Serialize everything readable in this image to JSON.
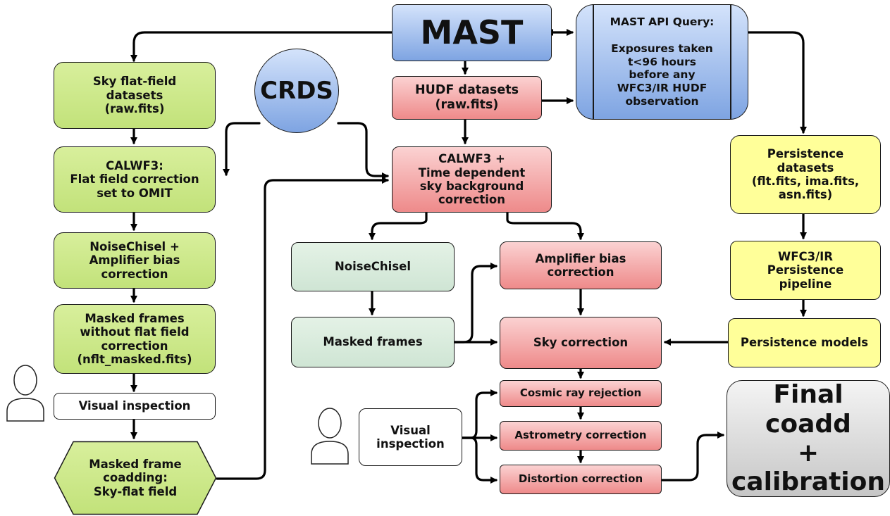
{
  "nodes": {
    "mast": "MAST",
    "mast_query": "MAST API Query:\n\nExposures taken\nt<96 hours\nbefore any\nWFC3/IR HUDF\nobservation",
    "crds": "CRDS",
    "sky_flat_datasets": "Sky flat-field\ndatasets\n(raw.fits)",
    "calwf3_omit": "CALWF3:\nFlat field correction\nset to OMIT",
    "noisechisel_amp": "NoiseChisel +\nAmplifier bias\ncorrection",
    "masked_no_flat": "Masked frames\nwithout flat field\ncorrection\n(nflt_masked.fits)",
    "visual_inspection_left": "Visual inspection",
    "masked_coadd": "Masked frame\ncoadding:\nSky-flat field",
    "hudf_datasets": "HUDF datasets\n(raw.fits)",
    "calwf3_time": "CALWF3 +\nTime dependent\nsky background\ncorrection",
    "noisechisel": "NoiseChisel",
    "masked_frames": "Masked frames",
    "amp_bias": "Amplifier bias\ncorrection",
    "sky_correction": "Sky correction",
    "cosmic_ray": "Cosmic ray rejection",
    "astrometry": "Astrometry correction",
    "distortion": "Distortion correction",
    "visual_inspection_right": "Visual\ninspection",
    "final_coadd": "Final coadd\n+\ncalibration",
    "persistence_datasets": "Persistence\ndatasets\n(flt.fits, ima.fits,\nasn.fits)",
    "persistence_pipeline": "WFC3/IR\nPersistence\npipeline",
    "persistence_models": "Persistence models"
  },
  "colors": {
    "green": "#c9e887",
    "red": "#f3a3a3",
    "blue": "#94b6ea",
    "pale_green": "#d6ead9",
    "yellow": "#ffff99",
    "gray": "#d0d0d0",
    "line": "#000000"
  },
  "icons": [
    "person-icon-left",
    "person-icon-right"
  ]
}
